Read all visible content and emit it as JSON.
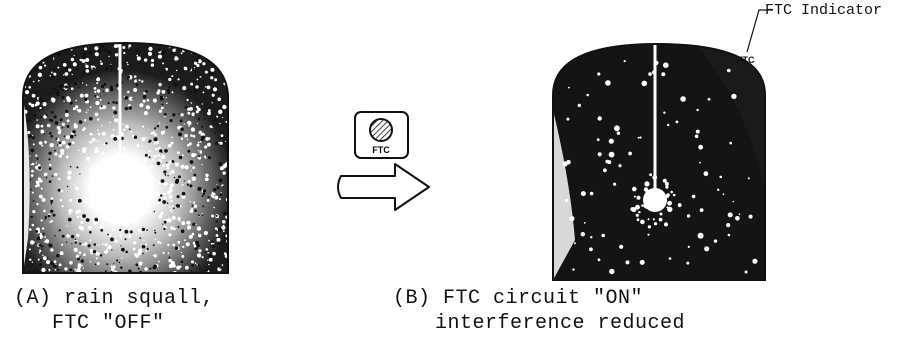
{
  "panel_a": {
    "caption_line1": "(A) rain squall,",
    "caption_line2": "FTC \"OFF\""
  },
  "panel_b": {
    "caption_line1": "(B) FTC circuit \"ON\"",
    "caption_line2": "interference reduced",
    "indicator_text": "FTC",
    "indicator_label": "FTC Indicator"
  },
  "control": {
    "key_label": "FTC",
    "arrow_icon": "right-arrow-icon"
  },
  "colors": {
    "ink": "#111111",
    "paper": "#ffffff"
  }
}
